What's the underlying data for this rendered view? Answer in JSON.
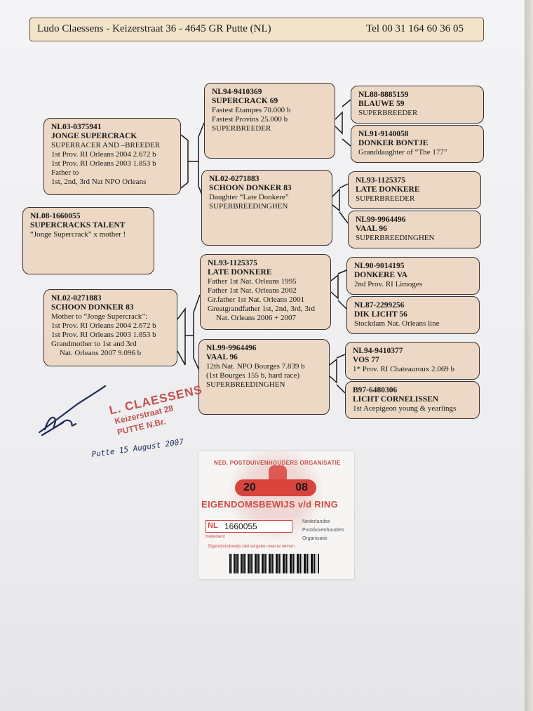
{
  "header": {
    "address": "Ludo Claessens - Keizerstraat 36 - 4645 GR  Putte (NL)",
    "phone": "Tel 00 31 164 60 36 05"
  },
  "subject": {
    "ring": "NL08-1660055",
    "name": "SUPERCRACKS TALENT",
    "lines": [
      "“Jonge Supercrack” x mother !"
    ]
  },
  "sire": {
    "ring": "NL03-0375941",
    "name": "JONGE SUPERCRACK",
    "lines": [
      "SUPERRACER AND –BREEDER",
      "1st Prov. RI Orleans 2004 2.672 b",
      "1st Prov. RI Orleans 2003 1.853 b",
      "Father to",
      "1st, 2nd, 3rd Nat NPO Orleans"
    ]
  },
  "dam": {
    "ring": "NL02-0271883",
    "name": "SCHOON DONKER 83",
    "lines": [
      "Mother to “Jonge Supercrack”:",
      "1st Prov. RI Orleans 2004 2.672 b",
      "1st Prov. RI Orleans 2003 1.853 b",
      "Grandmother to 1st and 3rd",
      "Nat. Orleans 2007 9.096 b"
    ]
  },
  "ss": {
    "ring": "NL94-9410369",
    "name": "SUPERCRACK 69",
    "lines": [
      "Fastest Etampes 70.000 b",
      "Fastest Provins 25.000 b",
      "SUPERBREEDER"
    ]
  },
  "sd": {
    "ring": "NL02-0271883",
    "name": "SCHOON DONKER 83",
    "lines": [
      "Daughter “Late Donkere”",
      "SUPERBREEDINGHEN"
    ]
  },
  "ds": {
    "ring": "NL93-1125375",
    "name": "LATE DONKERE",
    "lines": [
      "Father 1st Nat. Orleans 1995",
      "Father 1st Nat. Orleans 2002",
      "Gr.father 1st Nat. Orleans 2001",
      "Greatgrandfather  1st, 2nd, 3rd, 3rd",
      "Nat. Orleans 2006 + 2007"
    ]
  },
  "dd": {
    "ring": "NL99-9964496",
    "name": "VAAL 96",
    "lines": [
      "12th Nat. NPO Bourges 7.839 b",
      "(1st Bourges 155 b, hard race)",
      "SUPERBREEDINGHEN"
    ]
  },
  "sss": {
    "ring": "NL88-8885159",
    "name": "BLAUWE 59",
    "lines": [
      "SUPERBREEDER"
    ]
  },
  "ssd": {
    "ring": "NL91-9140058",
    "name": "DONKER BONTJE",
    "lines": [
      "Granddaughter of “The 177”"
    ]
  },
  "sds": {
    "ring": "NL93-1125375",
    "name": "LATE DONKERE",
    "lines": [
      "SUPERBREEDER"
    ]
  },
  "sdd": {
    "ring": "NL99-9964496",
    "name": "VAAL 96",
    "lines": [
      "SUPERBREEDINGHEN"
    ]
  },
  "dss": {
    "ring": "NL90-9014195",
    "name": "DONKERE VA",
    "lines": [
      "2nd  Prov. RI Limoges"
    ]
  },
  "dsd": {
    "ring": "NL87-2299256",
    "name": "DIK LICHT 56",
    "lines": [
      "Stockdam Nat. Orleans line"
    ]
  },
  "dds": {
    "ring": "NL94-9410377",
    "name": "VOS 77",
    "lines": [
      "1* Prov. RI Chateauroux 2.069 b"
    ]
  },
  "ddd": {
    "ring": "B97-6480306",
    "name": "LICHT CORNELISSEN",
    "lines": [
      "1st Acepigeon young & yearlings"
    ]
  },
  "stamp": {
    "name": "L. CLAESSENS",
    "street": "Keizerstraat 28",
    "town": "PUTTE N.Br."
  },
  "handwritten_date": "Putte 15 August 2007",
  "ring_card": {
    "org": "NED. POSTDUIVENHOUDERS ORGANISATIE",
    "year_left": "20",
    "year_right": "08",
    "title": "EIGENDOMSBEWIJS v/d RING",
    "country": "NL",
    "ring_number": "1660055",
    "country_sub": "Nederland",
    "note": "Eigendomsbewijs niet vergeten mee te nemen",
    "npo_lines": [
      "Nederlandse",
      "Postduivenhouders",
      "Organisatie"
    ]
  },
  "colors": {
    "box_fill": "#ecd8c4",
    "header_fill": "#f3e3c8",
    "stamp": "#c2524e",
    "ink": "#1f2b5c"
  }
}
